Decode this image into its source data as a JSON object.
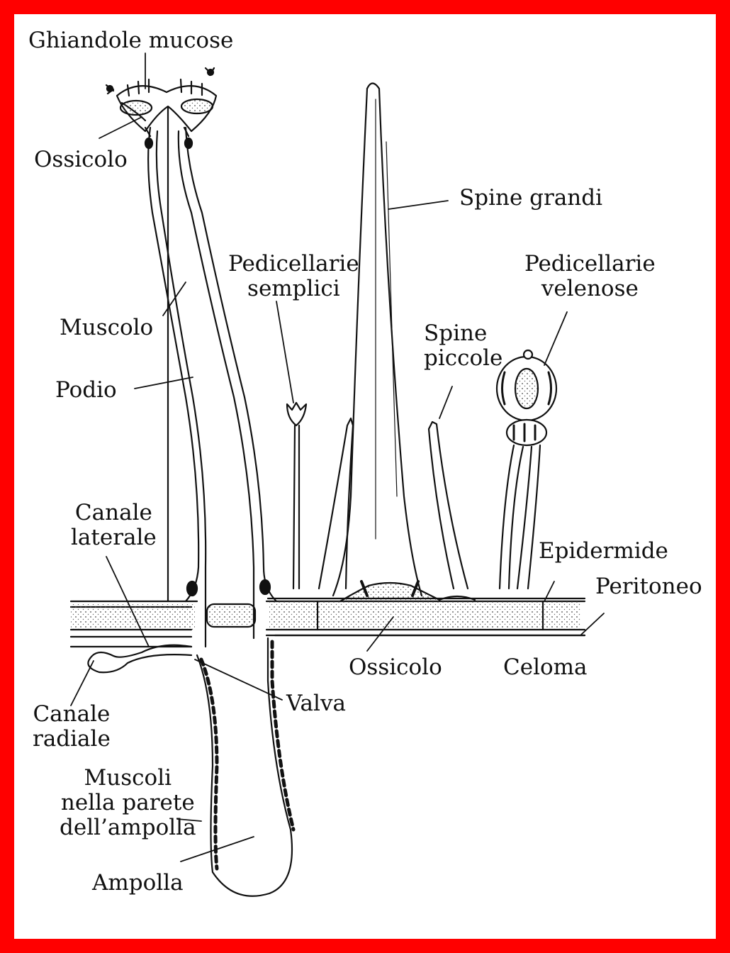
{
  "colors": {
    "border": "#ff0000",
    "ink": "#111111",
    "background": "#ffffff"
  },
  "labels": {
    "ghiandole_mucose": "Ghiandole mucose",
    "ossicolo_top": "Ossicolo",
    "spine_grandi": "Spine grandi",
    "pedicellarie_semplici": "Pedicellarie\nsemplici",
    "pedicellarie_velenose": "Pedicellarie\nvelenose",
    "muscolo": "Muscolo",
    "spine_piccole": "Spine\npiccole",
    "podio": "Podio",
    "canale_laterale": "Canale\nlaterale",
    "epidermide": "Epidermide",
    "peritoneo": "Peritoneo",
    "ossicolo_bottom": "Ossicolo",
    "celoma": "Celoma",
    "valva": "Valva",
    "canale_radiale": "Canale\nradiale",
    "muscoli_parete": "Muscoli\nnella parete\ndell’ampolla",
    "ampolla": "Ampolla"
  }
}
